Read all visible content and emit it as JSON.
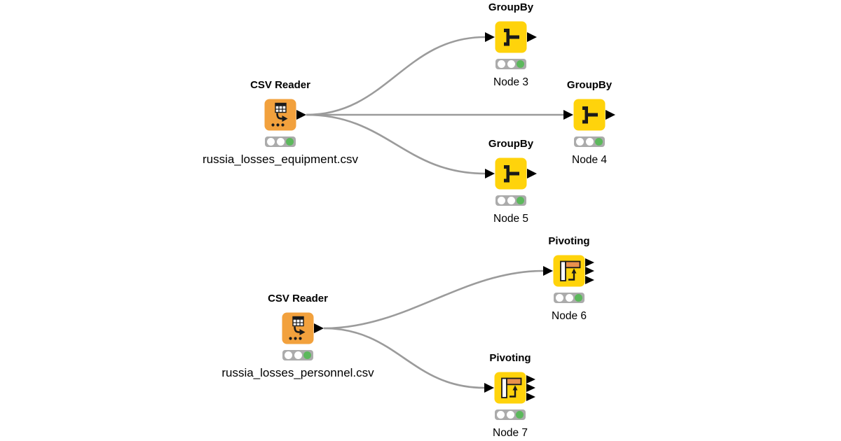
{
  "workflow": {
    "nodes": [
      {
        "title": "CSV Reader",
        "type": "CSV Reader",
        "annotation": "russia_losses_equipment.csv",
        "status": "executed",
        "traffic_light": "green"
      },
      {
        "title": "GroupBy",
        "type": "GroupBy",
        "annotation": "Node 3",
        "status": "executed",
        "traffic_light": "green"
      },
      {
        "title": "GroupBy",
        "type": "GroupBy",
        "annotation": "Node 4",
        "status": "executed",
        "traffic_light": "green"
      },
      {
        "title": "GroupBy",
        "type": "GroupBy",
        "annotation": "Node 5",
        "status": "executed",
        "traffic_light": "green"
      },
      {
        "title": "CSV Reader",
        "type": "CSV Reader",
        "annotation": "russia_losses_personnel.csv",
        "status": "executed",
        "traffic_light": "green"
      },
      {
        "title": "Pivoting",
        "type": "Pivoting",
        "annotation": "Node 6",
        "status": "executed",
        "traffic_light": "green"
      },
      {
        "title": "Pivoting",
        "type": "Pivoting",
        "annotation": "Node 7",
        "status": "executed",
        "traffic_light": "green"
      }
    ],
    "connections": [
      {
        "from": "CSV Reader – russia_losses_equipment.csv",
        "to": "GroupBy – Node 3"
      },
      {
        "from": "CSV Reader – russia_losses_equipment.csv",
        "to": "GroupBy – Node 4"
      },
      {
        "from": "CSV Reader – russia_losses_equipment.csv",
        "to": "GroupBy – Node 5"
      },
      {
        "from": "CSV Reader – russia_losses_personnel.csv",
        "to": "Pivoting – Node 6"
      },
      {
        "from": "CSV Reader – russia_losses_personnel.csv",
        "to": "Pivoting – Node 7"
      }
    ],
    "colors": {
      "reader_node": "#F2A13D",
      "manipulator_node": "#FFD30B",
      "pivot_header_bar": "#E9914E",
      "wire": "#9B9B9B",
      "status_bar": "#ABABAB",
      "status_executed_green": "#5CB85C",
      "port_black": "#000000"
    }
  }
}
